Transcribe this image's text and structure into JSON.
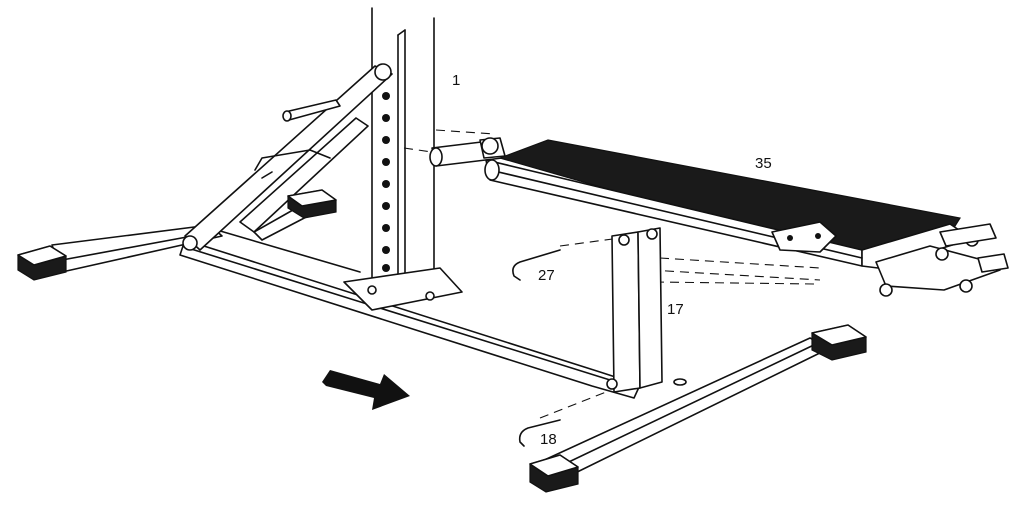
{
  "diagram": {
    "callouts": [
      {
        "id": "1",
        "text": "1"
      },
      {
        "id": "35",
        "text": "35"
      },
      {
        "id": "27",
        "text": "27"
      },
      {
        "id": "17",
        "text": "17"
      },
      {
        "id": "18",
        "text": "18"
      }
    ]
  }
}
